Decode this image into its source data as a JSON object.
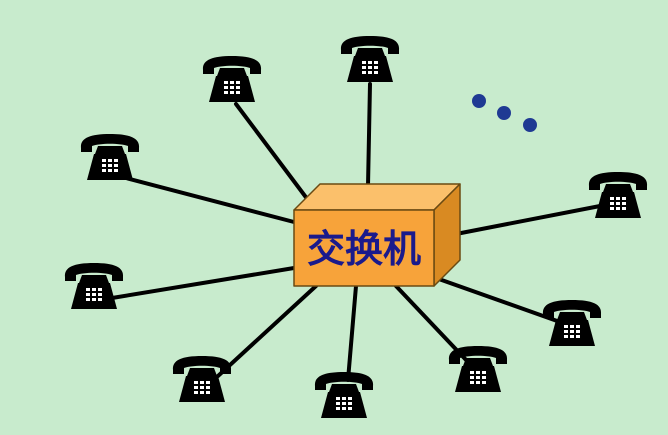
{
  "colors": {
    "background": "#c8ebcd",
    "box_front": "#f7a33a",
    "box_top": "#fbc06b",
    "box_side": "#d98a22",
    "box_stroke": "#6a4a12",
    "label": "#1a1a8c",
    "lines": "#000000",
    "phones": "#000000",
    "dots": "#1f3a93"
  },
  "switch": {
    "label": "交换机"
  },
  "phones": [
    {
      "name": "telephone-top-center",
      "icon": "telephone-icon"
    },
    {
      "name": "telephone-upper-left",
      "icon": "telephone-icon"
    },
    {
      "name": "telephone-left-upper",
      "icon": "telephone-icon"
    },
    {
      "name": "telephone-left-lower",
      "icon": "telephone-icon"
    },
    {
      "name": "telephone-bottom-left",
      "icon": "telephone-icon"
    },
    {
      "name": "telephone-bottom-center",
      "icon": "telephone-icon"
    },
    {
      "name": "telephone-bottom-right",
      "icon": "telephone-icon"
    },
    {
      "name": "telephone-right-lower",
      "icon": "telephone-icon"
    },
    {
      "name": "telephone-right-upper",
      "icon": "telephone-icon"
    }
  ],
  "ellipsis": {
    "icon": "ellipsis-dots",
    "count": 3
  }
}
